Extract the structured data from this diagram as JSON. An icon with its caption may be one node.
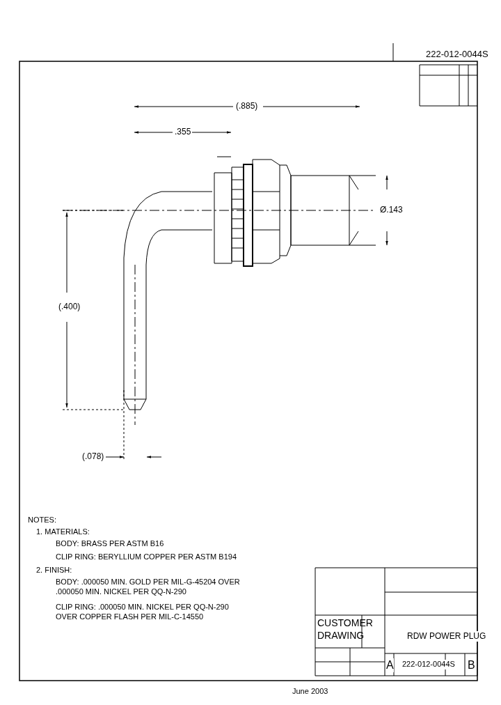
{
  "diagram": {
    "labels": [
      "222-012-0044S",
      "(.885)",
      ".355",
      "Ø.143",
      "(.400)",
      "(.078)",
      "NOTES:",
      "1. MATERIALS:",
      "BODY: BRASS PER ASTM B16",
      "CLIP RING: BERYLLIUM COPPER PER ASTM B194",
      "2. FINISH:",
      "BODY: .000050 MIN. GOLD PER MIL-G-45204 OVER .000050 MIN. NICKEL PER QQ-N-290",
      "CLIP RING: .000050 MIN. NICKEL PER QQ-N-290 OVER COPPER FLASH PER MIL-C-14550",
      "CUSTOMER DRAWING",
      "RDW POWER PLUG",
      "A",
      "222-012-0044S",
      "B",
      "June 2003"
    ]
  }
}
